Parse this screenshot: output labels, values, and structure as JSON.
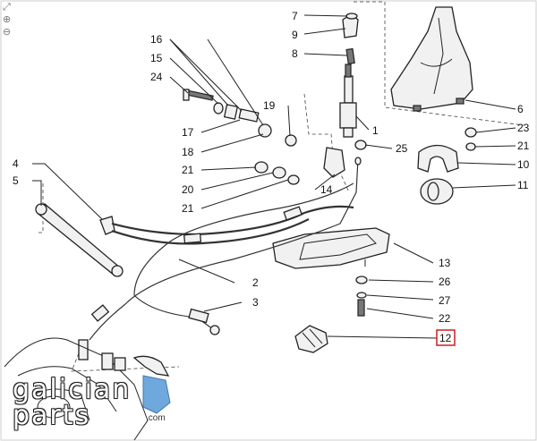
{
  "toolbar": {
    "icons": [
      "expand-icon",
      "zoom-in-icon",
      "zoom-out-icon"
    ]
  },
  "watermark": {
    "line1": "galician",
    "line2": "parts",
    "suffix": ".com"
  },
  "callouts": [
    {
      "id": "7",
      "label": "7"
    },
    {
      "id": "9",
      "label": "9"
    },
    {
      "id": "8",
      "label": "8"
    },
    {
      "id": "16",
      "label": "16"
    },
    {
      "id": "15",
      "label": "15"
    },
    {
      "id": "24",
      "label": "24"
    },
    {
      "id": "19",
      "label": "19"
    },
    {
      "id": "17",
      "label": "17"
    },
    {
      "id": "18",
      "label": "18"
    },
    {
      "id": "1",
      "label": "1"
    },
    {
      "id": "25",
      "label": "25"
    },
    {
      "id": "6",
      "label": "6"
    },
    {
      "id": "23",
      "label": "23"
    },
    {
      "id": "21a",
      "label": "21"
    },
    {
      "id": "10",
      "label": "10"
    },
    {
      "id": "11",
      "label": "11"
    },
    {
      "id": "4",
      "label": "4"
    },
    {
      "id": "5",
      "label": "5"
    },
    {
      "id": "21b",
      "label": "21"
    },
    {
      "id": "20",
      "label": "20"
    },
    {
      "id": "21c",
      "label": "21"
    },
    {
      "id": "14",
      "label": "14"
    },
    {
      "id": "13",
      "label": "13"
    },
    {
      "id": "2",
      "label": "2"
    },
    {
      "id": "26",
      "label": "26"
    },
    {
      "id": "3",
      "label": "3"
    },
    {
      "id": "27",
      "label": "27"
    },
    {
      "id": "22",
      "label": "22"
    },
    {
      "id": "12",
      "label": "12"
    }
  ],
  "selected_callout": "12",
  "colors": {
    "highlight": "#cc1f1f",
    "water": "#6fa8dc"
  }
}
